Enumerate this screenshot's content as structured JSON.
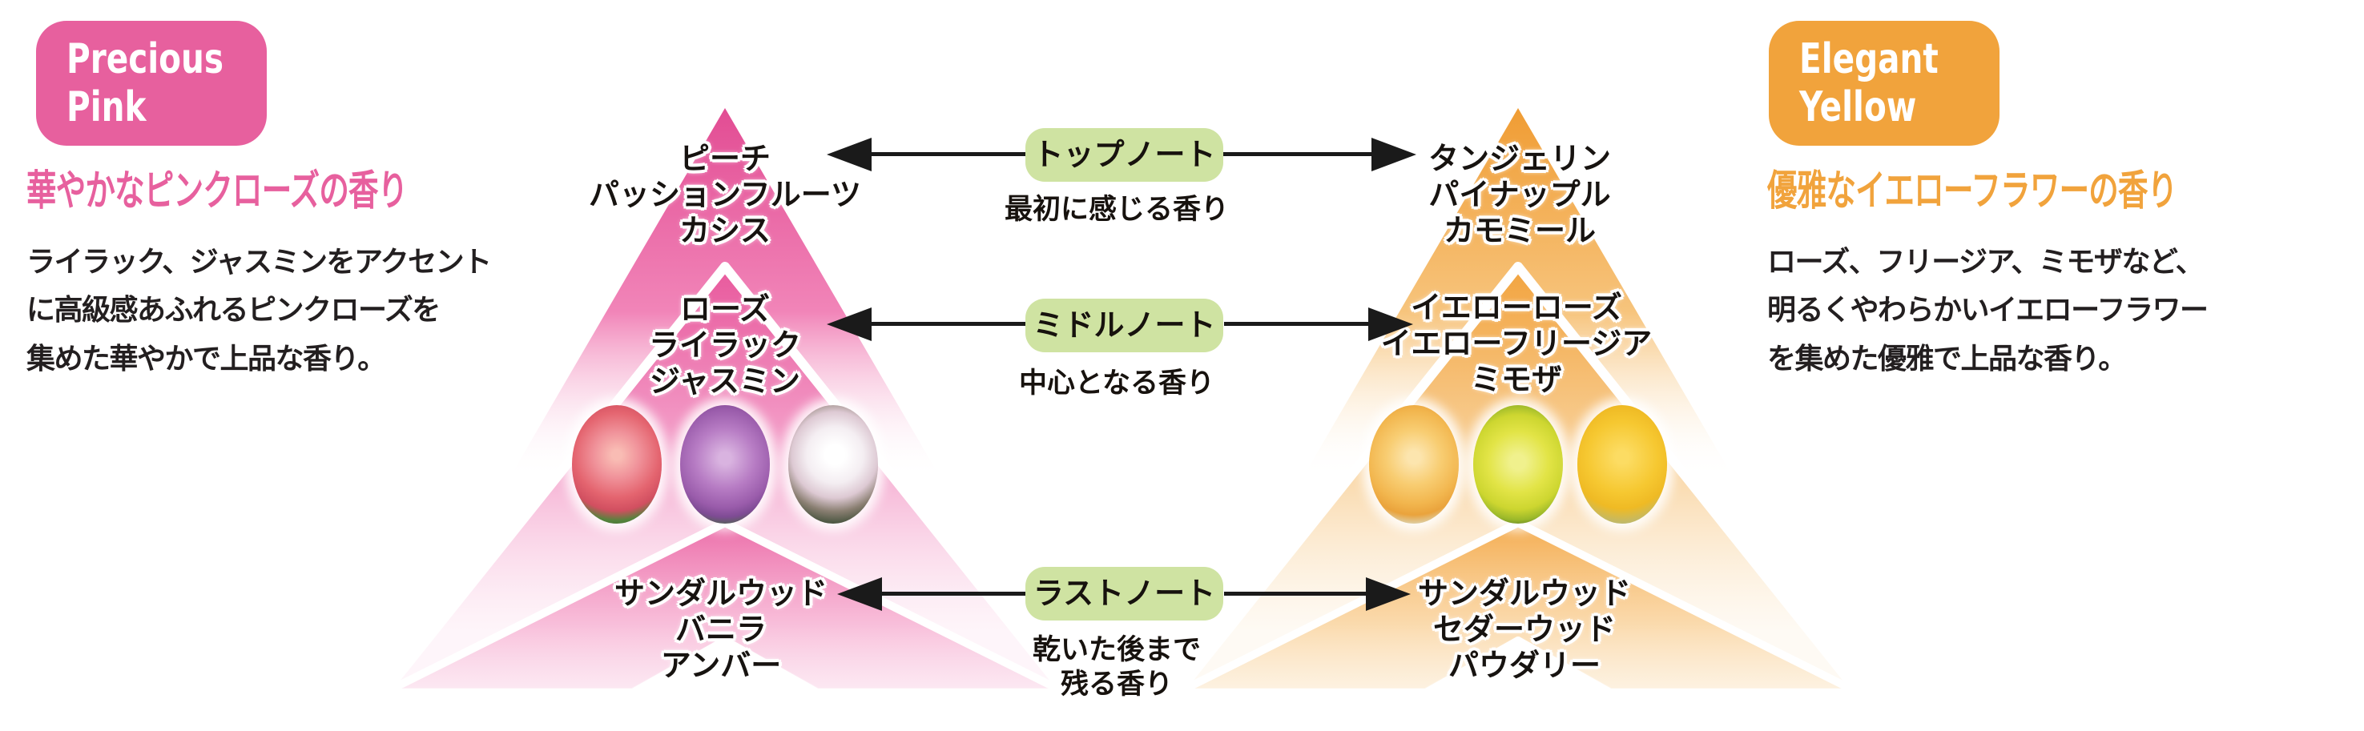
{
  "left_panel": {
    "badge_line1": "Precious",
    "badge_line2": "Pink",
    "heading": "華やかなピンクローズの香り",
    "paragraph": [
      "ライラック、ジャスミンをアクセント",
      "に高級感あふれるピンクローズを",
      "集めた華やかで上品な香り。"
    ]
  },
  "right_panel": {
    "badge_line1": "Elegant",
    "badge_line2": "Yellow",
    "heading": "優雅なイエローフラワーの香り",
    "paragraph": [
      "ローズ、フリージア、ミモザなど、",
      "明るくやわらかいイエローフラワー",
      "を集めた優雅で上品な香り。"
    ]
  },
  "pink_pyramid": {
    "top_notes": [
      "ピーチ",
      "パッションフルーツ",
      "カシス"
    ],
    "middle_notes": [
      "ローズ",
      "ライラック",
      "ジャスミン"
    ],
    "last_notes": [
      "サンダルウッド",
      "バニラ",
      "アンバー"
    ]
  },
  "yellow_pyramid": {
    "top_notes": [
      "タンジェリン",
      "パイナップル",
      "カモミール"
    ],
    "middle_notes": [
      "イエローローズ",
      "イエローフリージア",
      "ミモザ"
    ],
    "last_notes": [
      "サンダルウッド",
      "セダーウッド",
      "パウダリー"
    ]
  },
  "center": {
    "rows": [
      {
        "label": "トップノート",
        "caption": "最初に感じる香り"
      },
      {
        "label": "ミドルノート",
        "caption": "中心となる香り"
      },
      {
        "label": "ラストノート",
        "caption": "乾いた後まで",
        "caption2": "残る香り"
      }
    ]
  },
  "colors": {
    "pink": "#e7609e",
    "yellow": "#f1a33c",
    "note_badge_green": "#cfe3a2",
    "text_dark": "#231f20",
    "arrow_black": "#1a1a1a"
  }
}
